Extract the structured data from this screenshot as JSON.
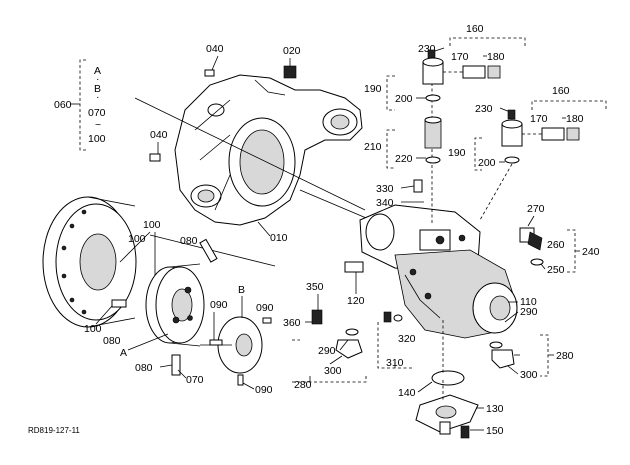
{
  "diagram": {
    "code": "RD819-127-11",
    "callouts": {
      "p010": "010",
      "p020": "020",
      "p040a": "040",
      "p040b": "040",
      "p060": "060",
      "p070a": "070",
      "p070b": "070",
      "p080a": "080",
      "p080b": "080",
      "p080c": "080",
      "p090a": "090",
      "p090b": "090",
      "p090c": "090",
      "p100a": "100",
      "p100b": "100",
      "p100c": "100",
      "p110": "110",
      "p120": "120",
      "p130": "130",
      "p140": "140",
      "p150": "150",
      "p160a": "160",
      "p160b": "160",
      "p170a": "170",
      "p170b": "170",
      "p180a": "180",
      "p180b": "180",
      "p190a": "190",
      "p190b": "190",
      "p200a": "200",
      "p200b": "200",
      "p210": "210",
      "p220": "220",
      "p230a": "230",
      "p230b": "230",
      "p240": "240",
      "p250": "250",
      "p260": "260",
      "p270": "270",
      "p280a": "280",
      "p280b": "280",
      "p290a": "290",
      "p290b": "290",
      "p300a": "300",
      "p300b": "300",
      "p310": "310",
      "p320": "320",
      "p330": "330",
      "p340": "340",
      "p350": "350",
      "p360": "360"
    },
    "markers": {
      "A_group": "A",
      "B_group": "B",
      "dot1": "·",
      "dot2": "·",
      "A_mark": "A",
      "B_mark": "B",
      "tilde": "~",
      "g070": "070",
      "g100": "100"
    }
  }
}
